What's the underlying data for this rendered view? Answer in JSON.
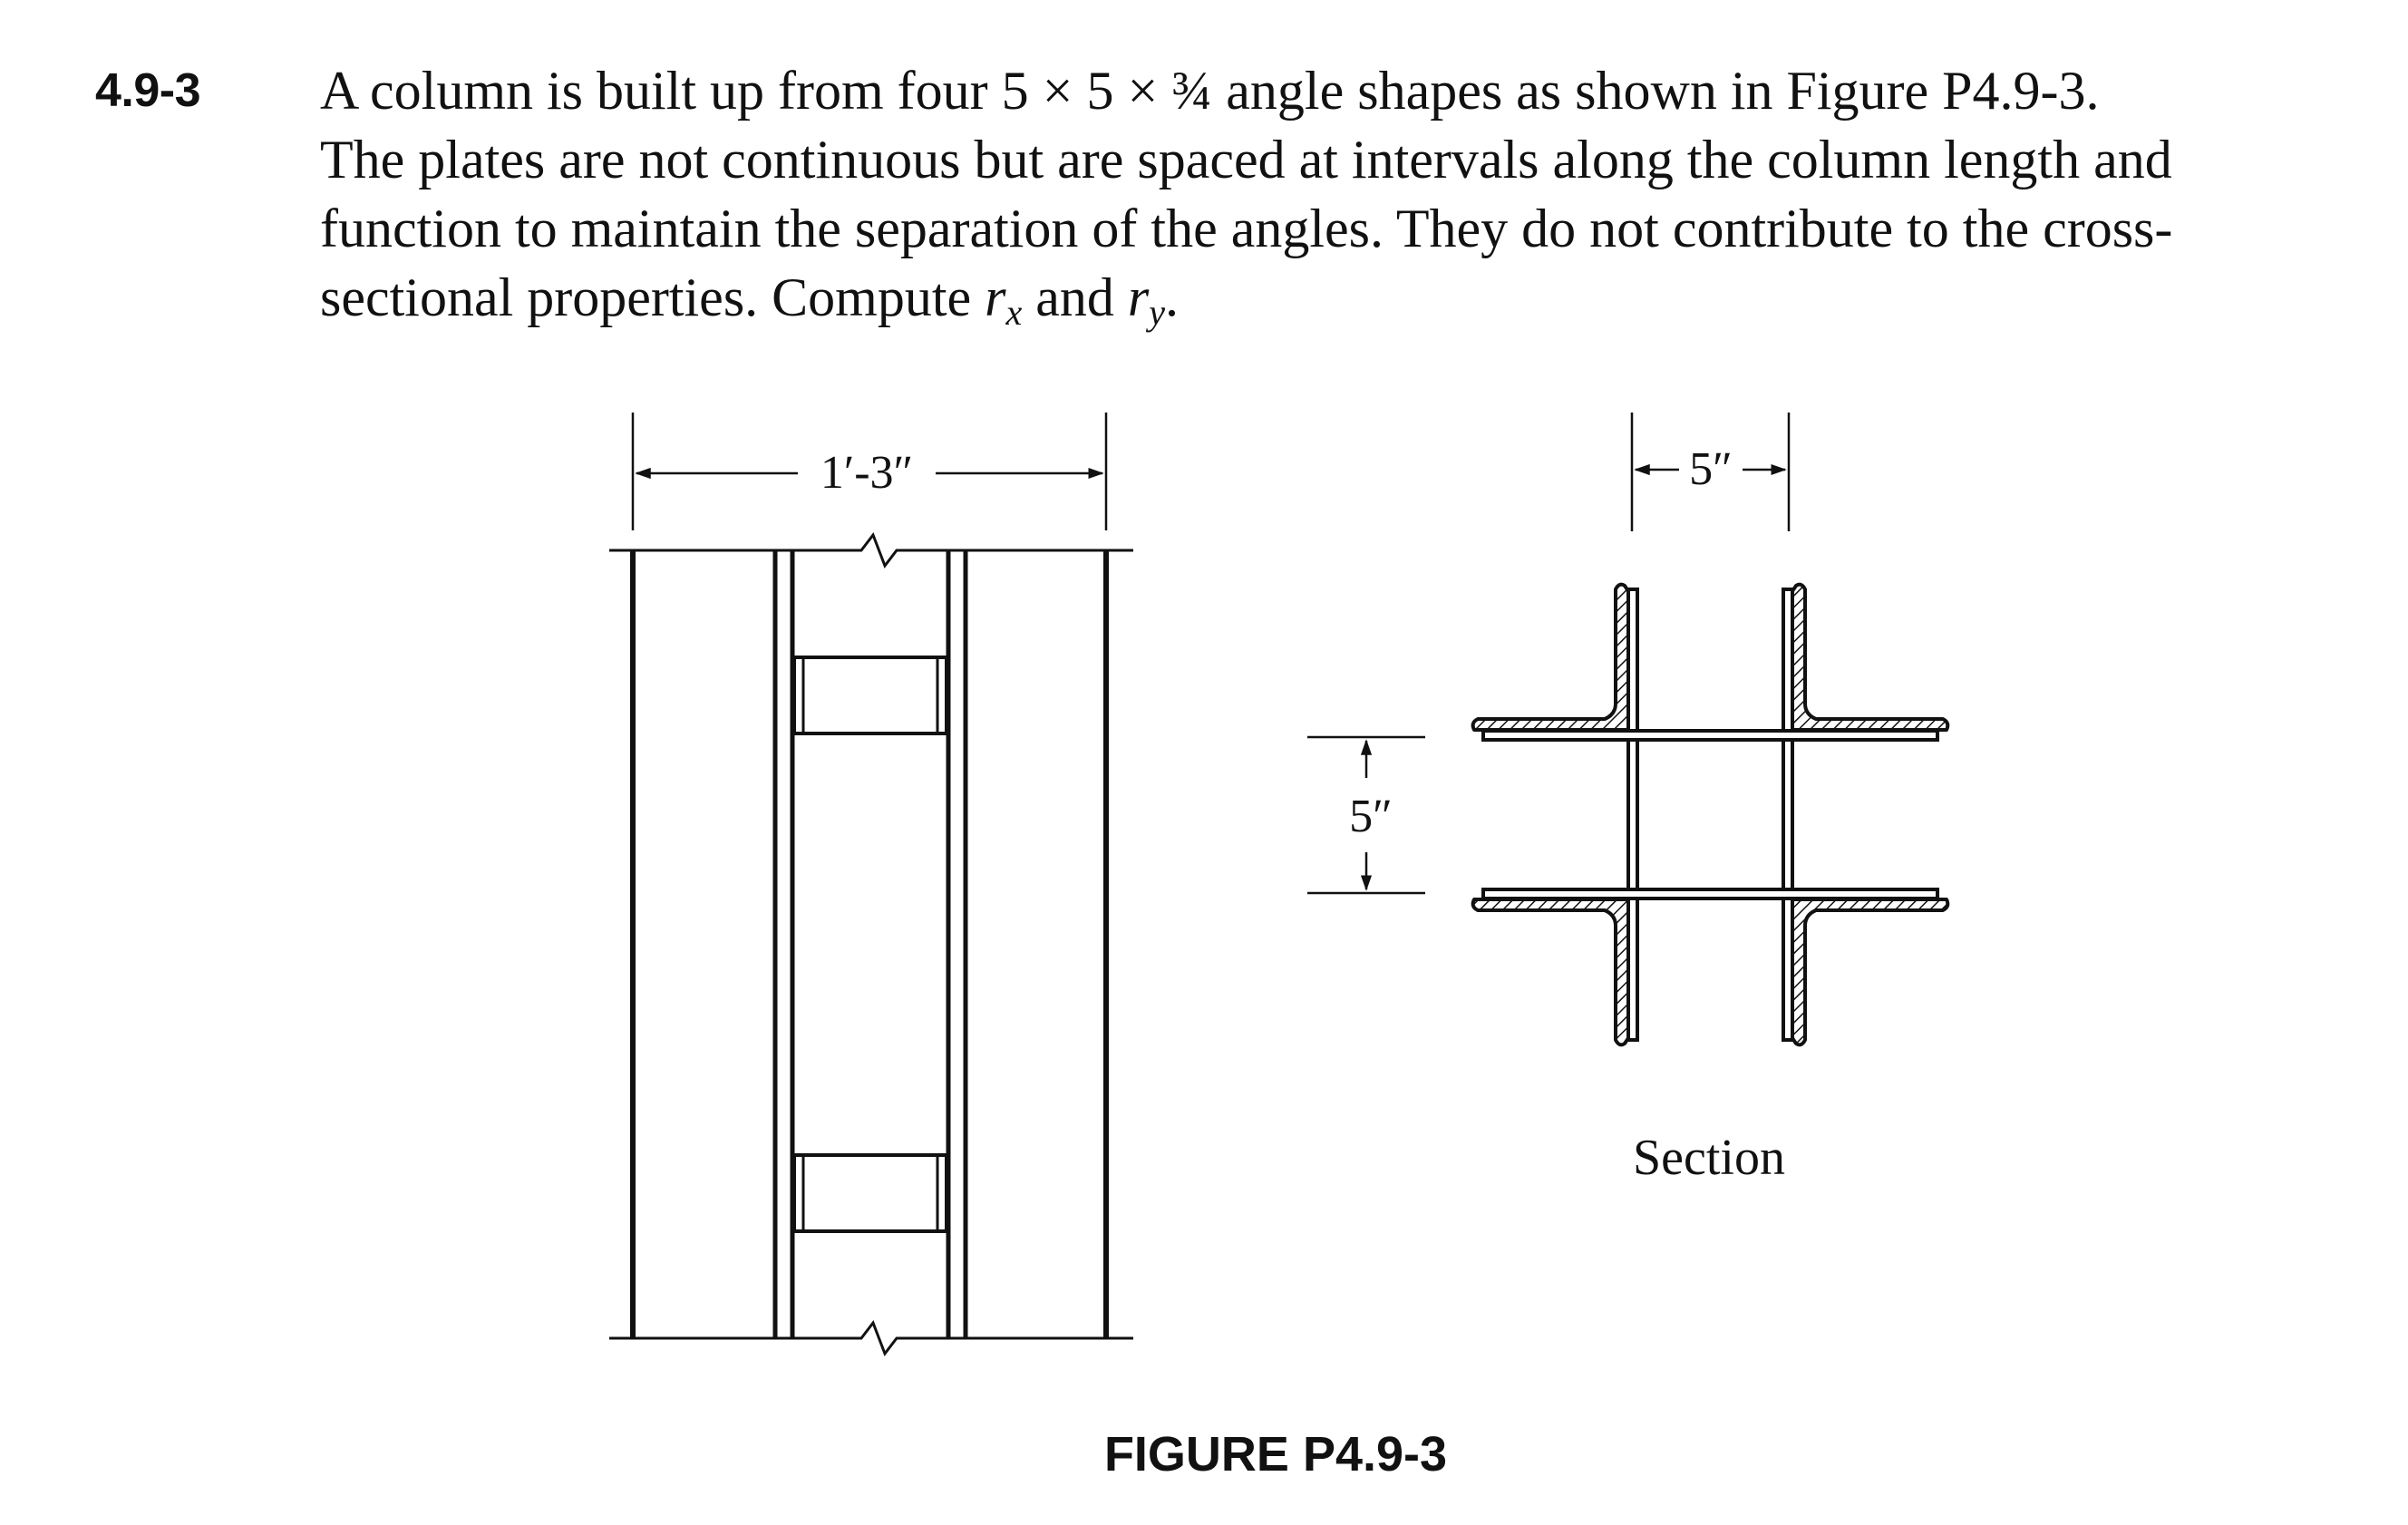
{
  "problem": {
    "number": "4.9-3",
    "line1": "A column is built up from four 5 × 5 × ¾ angle shapes as shown in Figure P4.9-3.",
    "line2": "The plates are not continuous but are spaced at intervals along the column length and",
    "line3": "function to maintain the separation of the angles. They do not contribute to the cross-",
    "line4_prefix": "sectional properties. Compute ",
    "line4_and": " and ",
    "line4_end": ".",
    "symbol_r": "r",
    "sub_x": "x",
    "sub_y": "y"
  },
  "figure": {
    "width_dimension": "1′-3″",
    "top_dimension": "5″",
    "side_dimension": "5″",
    "section_label": "Section",
    "caption": "FIGURE P4.9-3"
  }
}
